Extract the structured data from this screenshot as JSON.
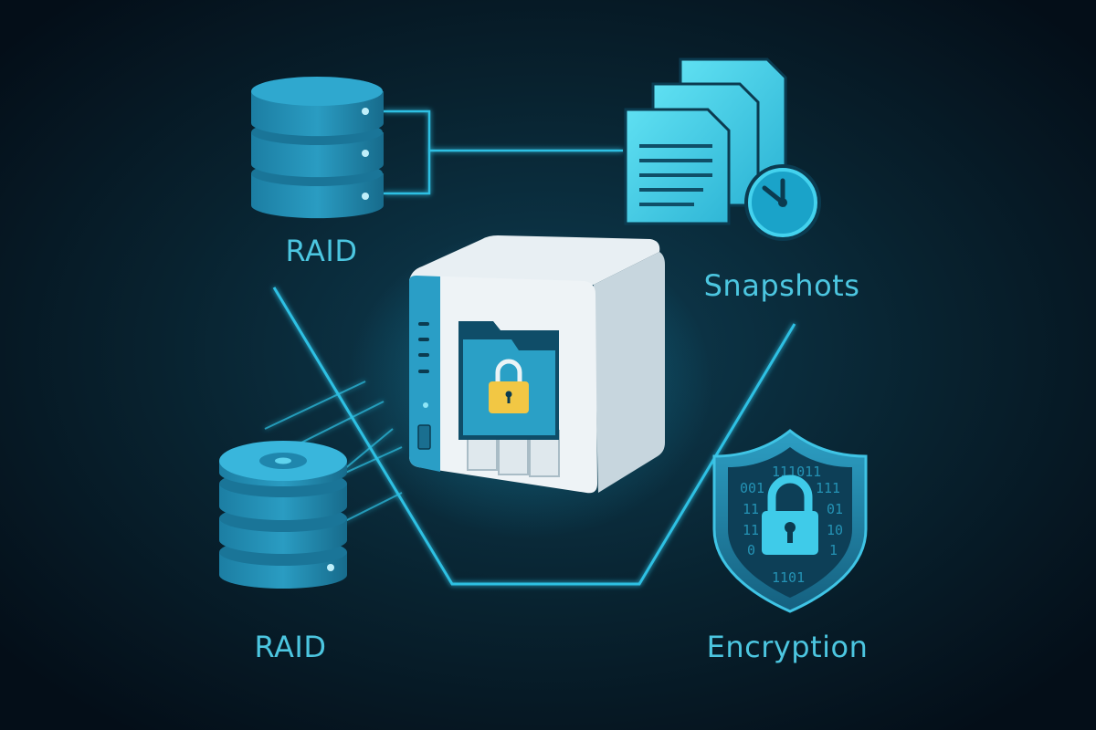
{
  "colors": {
    "background_center": "#0e3d52",
    "background_edge": "#040e18",
    "accent": "#38c6e6",
    "label": "#4cc6e0",
    "lock_yellow": "#f2c744",
    "nas_white": "#eef3f6"
  },
  "nodes": {
    "raid_top": {
      "label": "RAID",
      "icon": "database-stack-icon"
    },
    "snapshots": {
      "label": "Snapshots",
      "icon": "documents-clock-icon"
    },
    "raid_bottom": {
      "label": "RAID",
      "icon": "disk-stack-icon"
    },
    "encryption": {
      "label": "Encryption",
      "icon": "shield-lock-icon",
      "binary_rows": [
        "111011",
        "001",
        "111",
        "11",
        "01",
        "11",
        "10",
        "0",
        "1",
        "1101"
      ]
    },
    "center": {
      "icon": "nas-device-icon",
      "inner_icon": "locked-folder-icon"
    }
  }
}
